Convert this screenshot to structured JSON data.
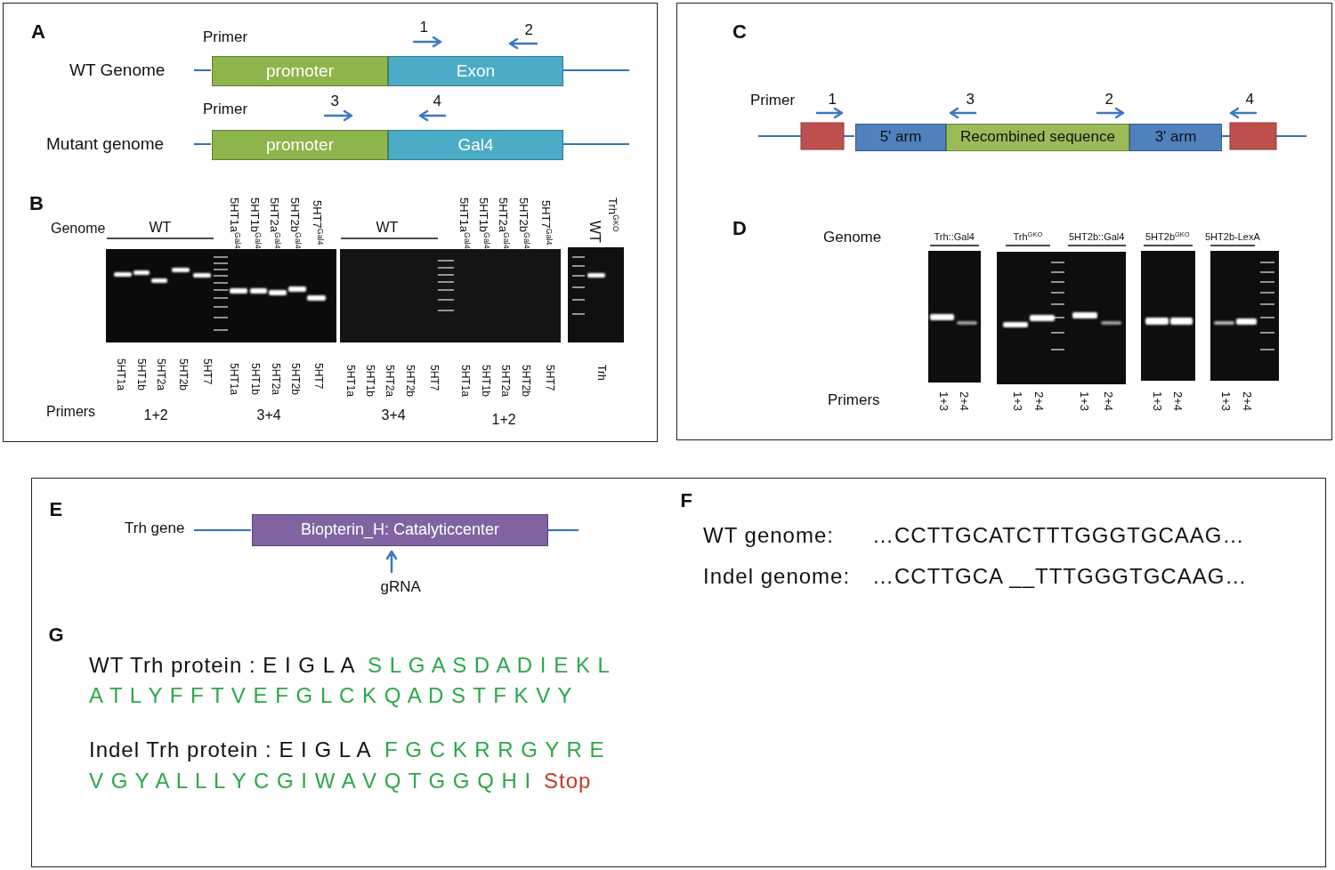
{
  "diagram": {
    "nodes": [
      {
        "text": [
          "A",
          "B"
        ]
      },
      {
        "text": [
          "promoter"
        ],
        "in": 0
      },
      {
        "text": [
          "Exon"
        ],
        "in": 0
      },
      {
        "text": [
          "promoter"
        ],
        "in": 0
      },
      {
        "text": [
          "Gal4"
        ],
        "in": 0
      },
      {
        "text": [
          "C",
          "D"
        ]
      },
      {
        "text": [
          "5' arm"
        ],
        "in": 5
      },
      {
        "text": [
          "Recombined sequence"
        ],
        "in": 5
      },
      {
        "text": [
          "3' arm"
        ],
        "in": 5
      },
      {
        "text": [
          "E",
          "F",
          "G"
        ]
      },
      {
        "text": [
          "Biopterin_H: Catalyticcenter"
        ],
        "in": 9
      }
    ],
    "labels": [
      "Primer",
      "1",
      "2",
      "WT Genome",
      "Primer",
      "3",
      "4",
      "Mutant genome",
      "Genome",
      "WT",
      "5HT1a",
      "Gal4",
      "5HT1b",
      "Gal4",
      "5HT2a",
      "Gal4",
      "5HT2b",
      "Gal4",
      "5HT7",
      "Gal4",
      "WT",
      "5HT1a",
      "Gal4",
      "5HT1b",
      "Gal4",
      "5HT2a",
      "Gal4",
      "5HT2b",
      "Gal4",
      "5HT7",
      "Gal4",
      "WT",
      "Trh",
      "GKO",
      "Primers",
      "5HT1a",
      "5HT1b",
      "5HT2a",
      "5HT2b",
      "5HT7",
      "1+2",
      "5HT1a",
      "5HT1b",
      "5HT2a",
      "5HT2b",
      "5HT7",
      "3+4",
      "5HT1a",
      "5HT1b",
      "5HT2a",
      "5HT2b",
      "5HT7",
      "3+4",
      "5HT1a",
      "5HT1b",
      "5HT2a",
      "5HT2b",
      "5HT7",
      "1+2",
      "Trh",
      "Primer",
      "1",
      "3",
      "2",
      "4",
      "Genome",
      "Trh::Gal4",
      "Trh",
      "GKO",
      "5HT2b::Gal4",
      "5HT2b",
      "GKO",
      "5HT2b-LexA",
      "Primers",
      "1+3",
      "2+4",
      "1+3",
      "2+4",
      "1+3",
      "2+4",
      "1+3",
      "2+4",
      "1+3",
      "2+4",
      "Trh gene",
      "gRNA",
      "WT genome:",
      "…CCTTGCATCTTTGGGTGCAAG…",
      "Indel genome:",
      "…CCTTGCA __TTTGGGTGCAAG…",
      "WT Trh protein : E I G L A",
      "S L G A S D A D I E K L",
      "A T L Y F F T V E F G L C K Q A D S T F K V Y",
      "Indel Trh protein : E I G L A",
      "F G C K R R G Y R E",
      "V G Y A L L L Y C G I W A V Q T G G Q H I",
      "Stop"
    ]
  }
}
